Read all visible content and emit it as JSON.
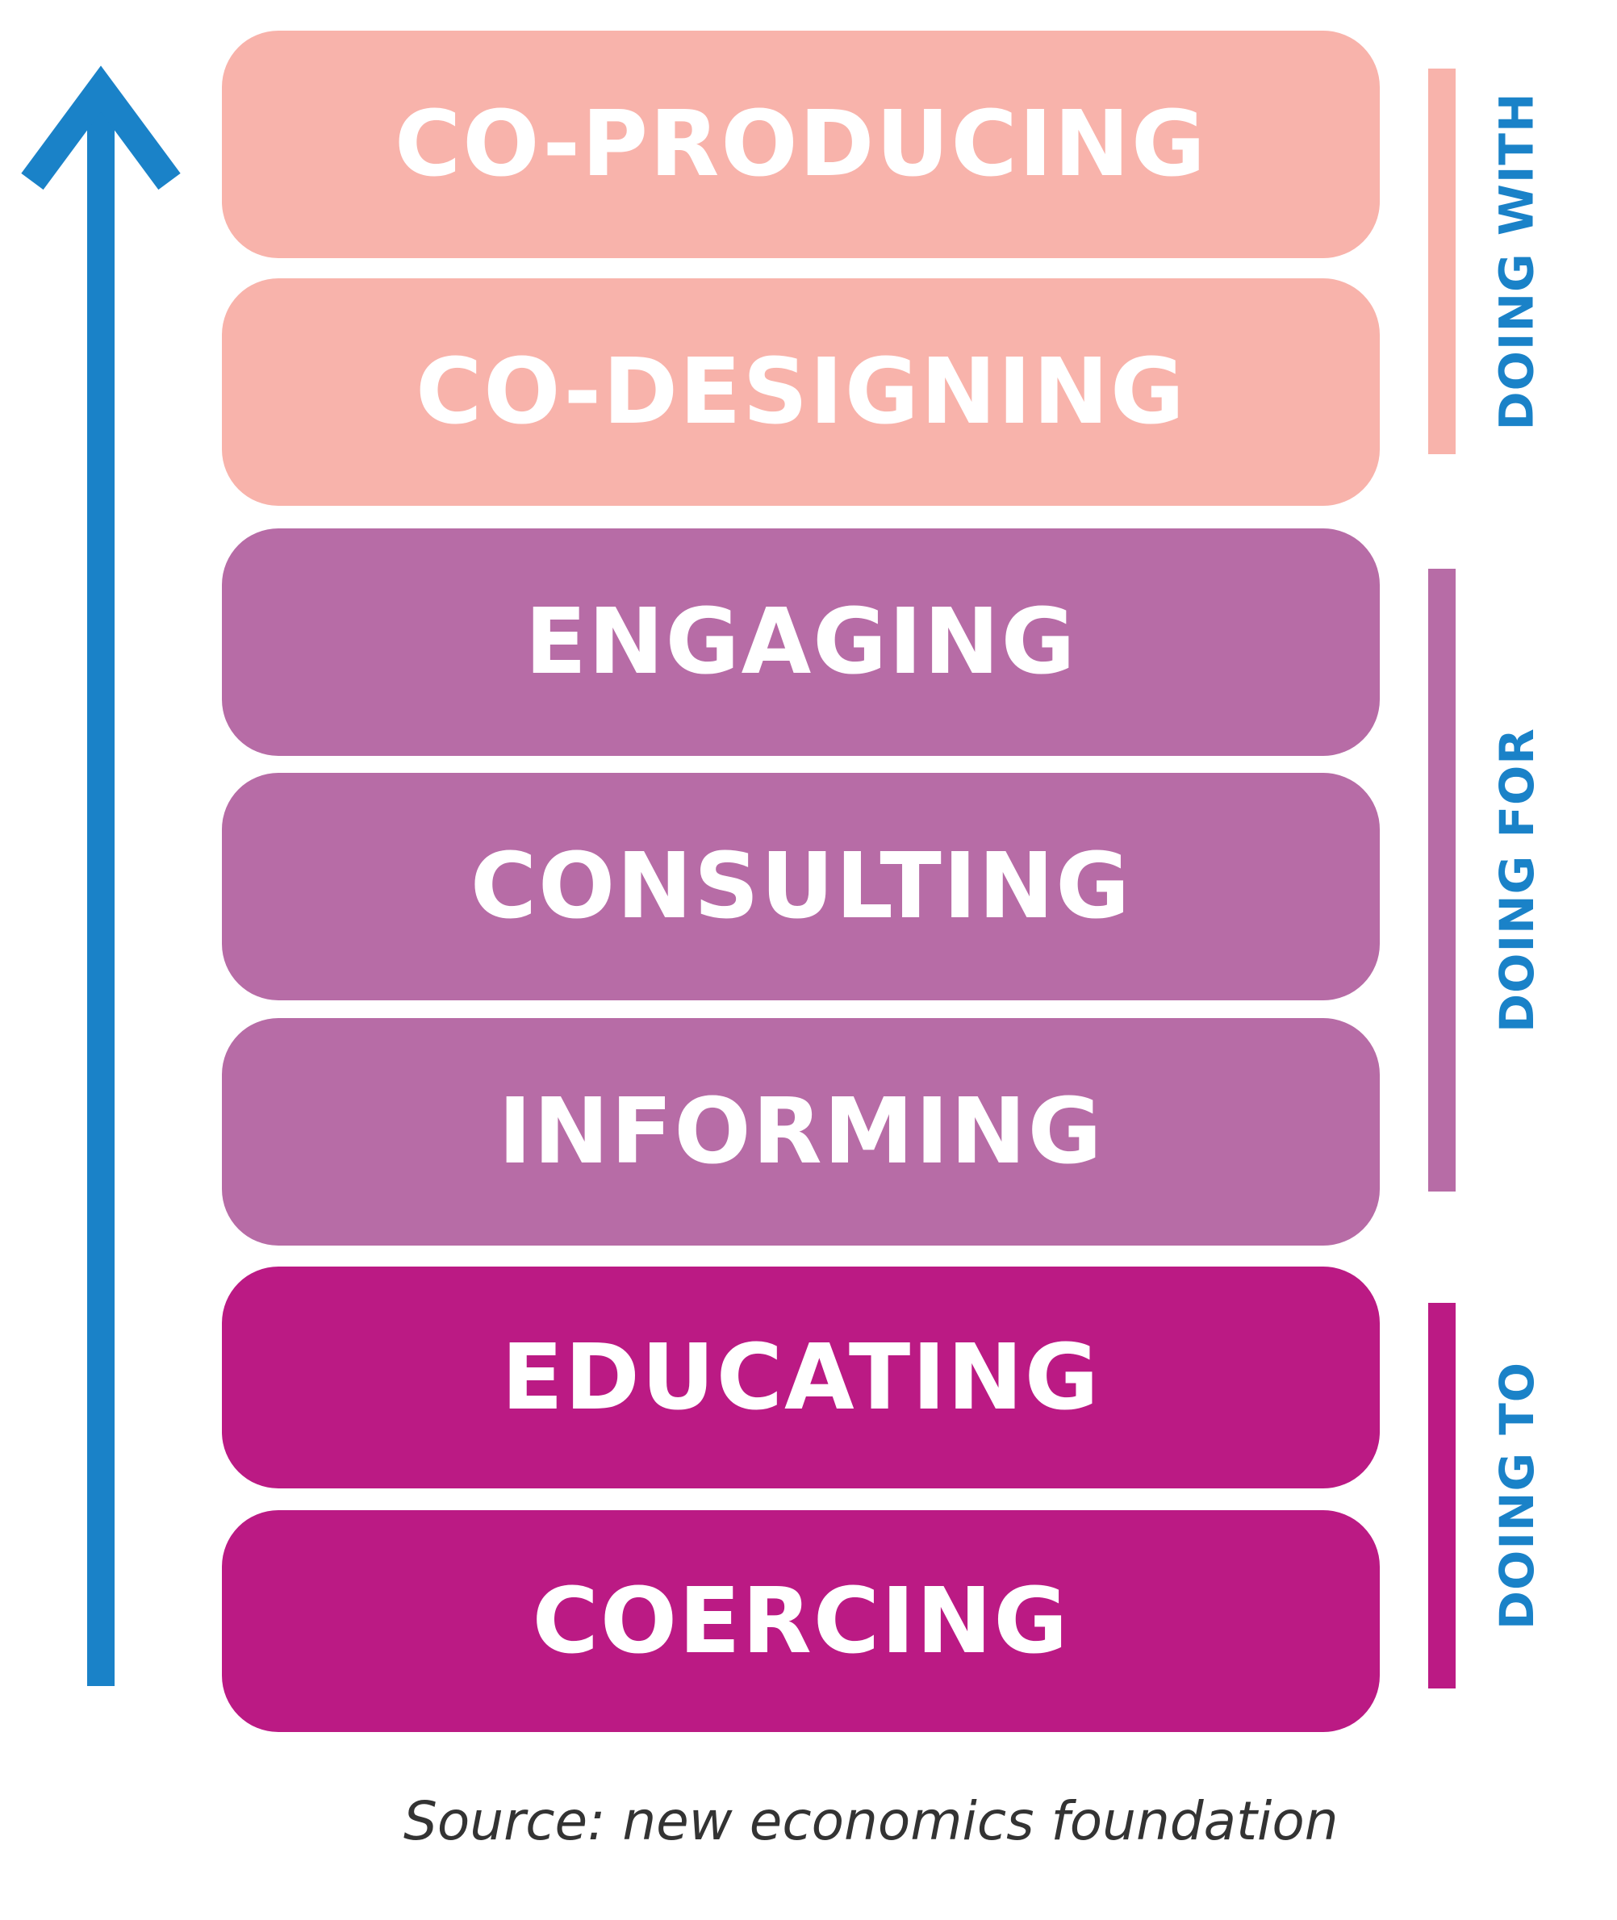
{
  "colors": {
    "doing_with": "#f8b3ab",
    "doing_for": "#b76ca6",
    "doing_to": "#bb1a84",
    "arrow": "#1a82c8",
    "group_label": "#1a82c8",
    "level_text": "#ffffff"
  },
  "levels": [
    {
      "label": "CO-PRODUCING",
      "group": "doing_with"
    },
    {
      "label": "CO-DESIGNING",
      "group": "doing_with"
    },
    {
      "label": "ENGAGING",
      "group": "doing_for"
    },
    {
      "label": "CONSULTING",
      "group": "doing_for"
    },
    {
      "label": "INFORMING",
      "group": "doing_for"
    },
    {
      "label": "EDUCATING",
      "group": "doing_to"
    },
    {
      "label": "COERCING",
      "group": "doing_to"
    }
  ],
  "groups": {
    "doing_with": {
      "label": "DOING WITH"
    },
    "doing_for": {
      "label": "DOING FOR"
    },
    "doing_to": {
      "label": "DOING TO"
    }
  },
  "source": "Source: new economics foundation"
}
